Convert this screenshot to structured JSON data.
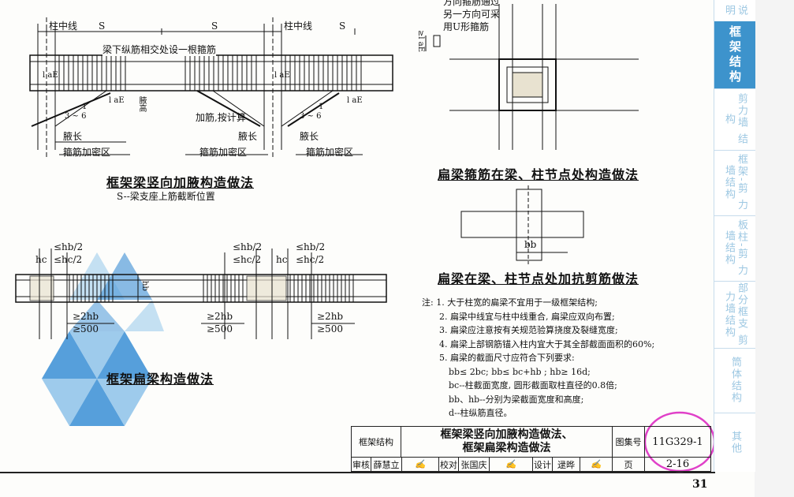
{
  "diagram1": {
    "caption": "框架梁竖向加腋构造做法",
    "subcaption": "S--梁支座上筋截断位置",
    "label_column_center": "柱中线",
    "label_s": "S",
    "label_stirrup_note": "梁下纵筋相交处设一根箍筋",
    "label_haunch_length": "腋长",
    "label_dense_zone": "箍筋加密区",
    "label_added_bars": "加筋,按计算",
    "label_slope": "1",
    "label_slope_ratio": "3 ~ 6",
    "label_haunch_height": "腋高",
    "label_lae": "l aE"
  },
  "diagram2": {
    "top_note_lines": [
      "方向箍筋通过",
      "另一方向可采",
      "用U形箍筋"
    ],
    "caption": "扁梁箍筋在梁、柱节点处构造做法",
    "label_lae": "≥l aE"
  },
  "diagram3": {
    "caption": "扁梁在梁、柱节点处加抗剪筋做法",
    "label_bb": "bb"
  },
  "diagram4": {
    "caption": "框架扁梁构造做法",
    "label_hb2": "≤hb/2",
    "label_hc2": "≤hc/2",
    "label_hc": "hc",
    "label_hb": "hb",
    "label_2hb": "≥2hb",
    "label_500": "≥500"
  },
  "notes": [
    "注: 1. 大于柱宽的扁梁不宜用于一级框架结构;",
    "2. 扁梁中线宜与柱中线重合, 扁梁应双向布置;",
    "3. 扁梁应注意按有关规范验算挠度及裂缝宽度;",
    "4. 扁梁上部钢筋锚入柱内宜大于其全部截面面积的60%;",
    "5. 扁梁的截面尺寸应符合下列要求:",
    "bb≤ 2bc;  bb≤ bc+hb ;  hb≥ 16d;",
    "bc--柱截面宽度, 圆形截面取柱直径的0.8倍;",
    "bb、hb--分别为梁截面宽度和高度;",
    "d--柱纵筋直径。"
  ],
  "title_block": {
    "category": "框架结构",
    "title_line1": "框架梁竖向加腋构造做法、",
    "title_line2": "框架扁梁构造做法",
    "atlas_label": "图集号",
    "atlas_no": "11G329-1",
    "page_label": "页",
    "page_no": "2-16",
    "review_label": "审核",
    "review_name": "薛慧立",
    "check_label": "校对",
    "check_name": "张国庆",
    "design_label": "设计",
    "design_name": "逯晔"
  },
  "side_tabs": [
    {
      "label": "说明",
      "active": false
    },
    {
      "label": "框架结构",
      "active": true
    },
    {
      "label": "剪力墙 结构",
      "active": false
    },
    {
      "label": "框架-剪 力墙结构",
      "active": false
    },
    {
      "label": "板柱-剪 力墙结构",
      "active": false
    },
    {
      "label": "部分框支 剪力墙结构",
      "active": false
    },
    {
      "label": "筒体结构",
      "active": false
    },
    {
      "label": "其他",
      "active": false
    }
  ],
  "footer_page_number": "31",
  "colors": {
    "tab_active": "#3d93cc",
    "tab_inactive_text": "#9cc7e2",
    "highlight_circle": "#e040c8",
    "watermark_blue": "#3a8fd6"
  }
}
